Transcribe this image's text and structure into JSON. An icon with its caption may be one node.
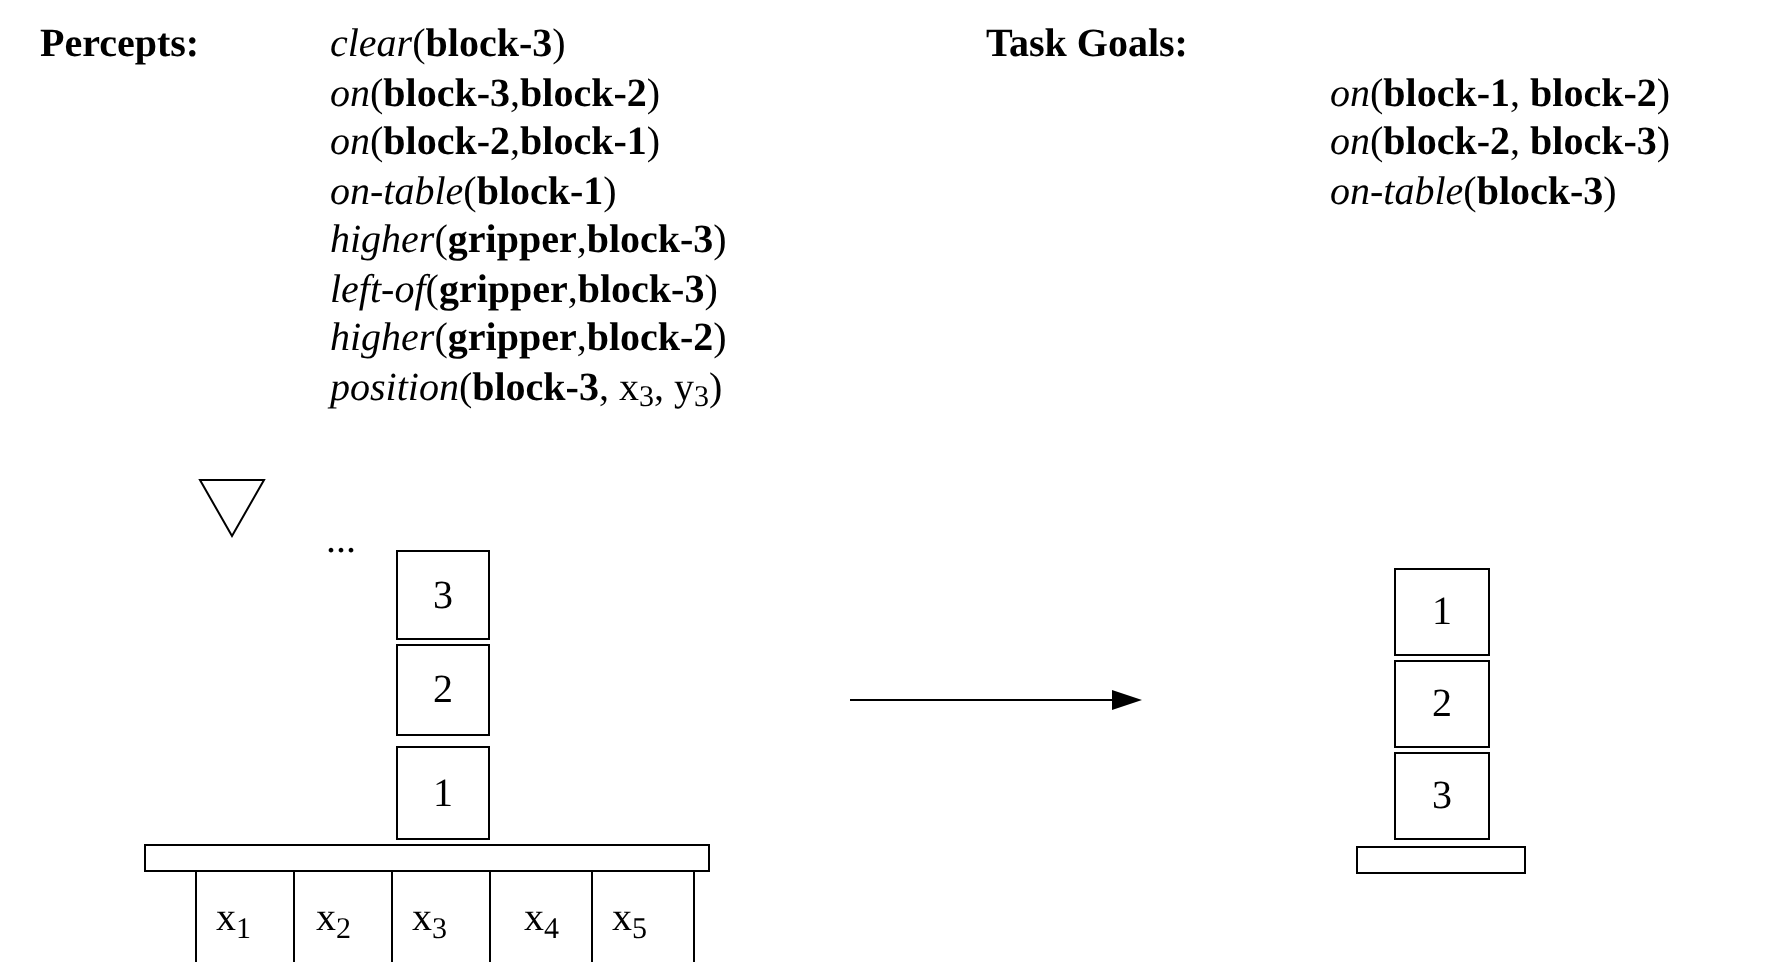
{
  "diagram": {
    "nodes": [
      {
        "text": [
          "3"
        ]
      },
      {
        "text": [
          "2"
        ]
      },
      {
        "text": [
          "1"
        ]
      },
      {
        "text": [],
        "shape": "bar"
      },
      {
        "text": [
          "1"
        ]
      },
      {
        "text": [
          "2"
        ]
      },
      {
        "text": [
          "3"
        ]
      },
      {
        "text": [],
        "shape": "bar"
      }
    ],
    "labels": [
      "Percepts:",
      "*clear*(**block-3**)",
      "*on*(**block-3**,**block-2**)",
      "*on*(**block-2**,**block-1**)",
      "*on-table*(**block-1**)",
      "*higher*(**gripper**,**block-3**)",
      "*left-of*(**gripper**,**block-3**)",
      "*higher*(**gripper**,**block-2**)",
      "*position*(**block-3**, x$_{3}$, y$_{3}$)",
      "...",
      "x$_{1}$",
      "x$_{2}$",
      "x$_{3}$",
      "x$_{4}$",
      "x$_{5}$",
      "Task Goals:",
      "*on*(**block-1**, **block-2**)",
      "*on*(**block-2**, **block-3**)",
      "*on-table*(**block-3**)"
    ]
  }
}
